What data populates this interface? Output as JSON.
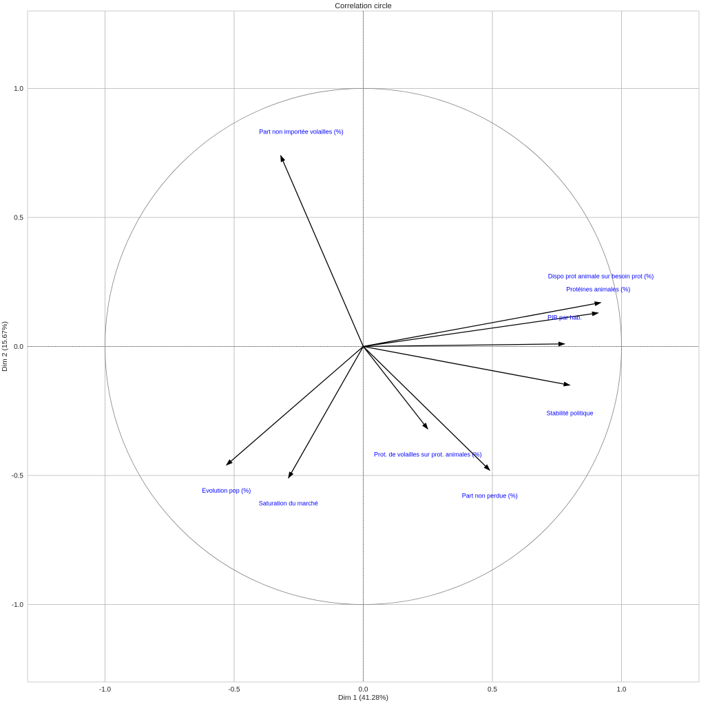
{
  "chart_data": {
    "type": "correlation-circle",
    "title": "Correlation circle",
    "xlabel": "Dim 1 (41.28%)",
    "ylabel": "Dim 2 (15.67%)",
    "xlim": [
      -1.3,
      1.3
    ],
    "ylim": [
      -1.3,
      1.3
    ],
    "xticks": [
      "-1.0",
      "-0.5",
      "0.0",
      "0.5",
      "1.0"
    ],
    "yticks": [
      "-1.0",
      "-0.5",
      "0.0",
      "0.5",
      "1.0"
    ],
    "grid": true,
    "unit_circle_radius": 1.0,
    "colors": {
      "arrow": "#000000",
      "label": "#0000ff",
      "grid": "#b0b0b0",
      "circle": "#808080"
    },
    "vectors": [
      {
        "name": "Part non importée volailles (%)",
        "x": -0.32,
        "y": 0.74,
        "label_x": -0.24,
        "label_y": 0.83
      },
      {
        "name": "Dispo prot animale sur besoin prot (%)",
        "x": 0.92,
        "y": 0.17,
        "label_x": 0.92,
        "label_y": 0.27
      },
      {
        "name": "Protéines animales (%)",
        "x": 0.91,
        "y": 0.13,
        "label_x": 0.91,
        "label_y": 0.22
      },
      {
        "name": "PIB par hab.",
        "x": 0.78,
        "y": 0.01,
        "label_x": 0.78,
        "label_y": 0.11
      },
      {
        "name": "Stabilité politique",
        "x": 0.8,
        "y": -0.15,
        "label_x": 0.8,
        "label_y": -0.26
      },
      {
        "name": "Prot. de volailles sur prot. animales (%)",
        "x": 0.25,
        "y": -0.32,
        "label_x": 0.25,
        "label_y": -0.42
      },
      {
        "name": "Part non perdue (%)",
        "x": 0.49,
        "y": -0.48,
        "label_x": 0.49,
        "label_y": -0.58
      },
      {
        "name": "Evolution pop (%)",
        "x": -0.53,
        "y": -0.46,
        "label_x": -0.53,
        "label_y": -0.56
      },
      {
        "name": "Saturation du marché",
        "x": -0.29,
        "y": -0.51,
        "label_x": -0.29,
        "label_y": -0.61
      }
    ]
  }
}
